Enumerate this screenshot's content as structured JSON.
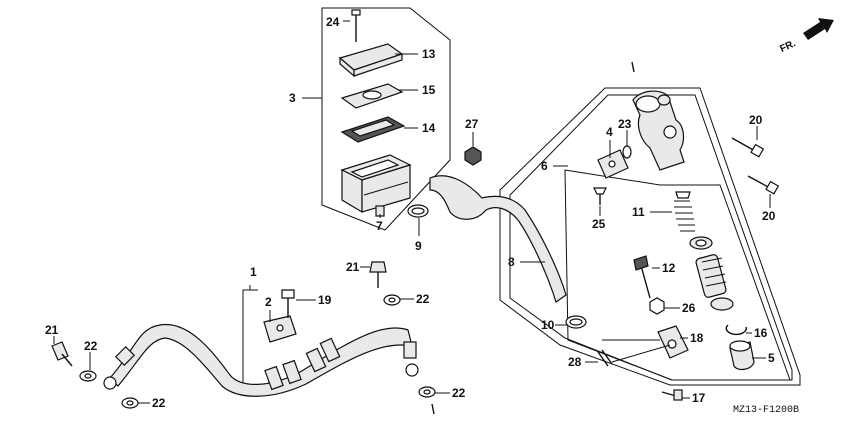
{
  "diagram": {
    "orientation_label": "FR.",
    "figure_code": "MZ13-F1200B",
    "callouts": [
      "24",
      "13",
      "3",
      "15",
      "14",
      "7",
      "9",
      "27",
      "4",
      "23",
      "6",
      "25",
      "11",
      "20",
      "20",
      "21",
      "22",
      "2",
      "19",
      "1",
      "12",
      "8",
      "26",
      "10",
      "18",
      "16",
      "5",
      "28",
      "17",
      "21",
      "22",
      "22",
      "22"
    ]
  }
}
